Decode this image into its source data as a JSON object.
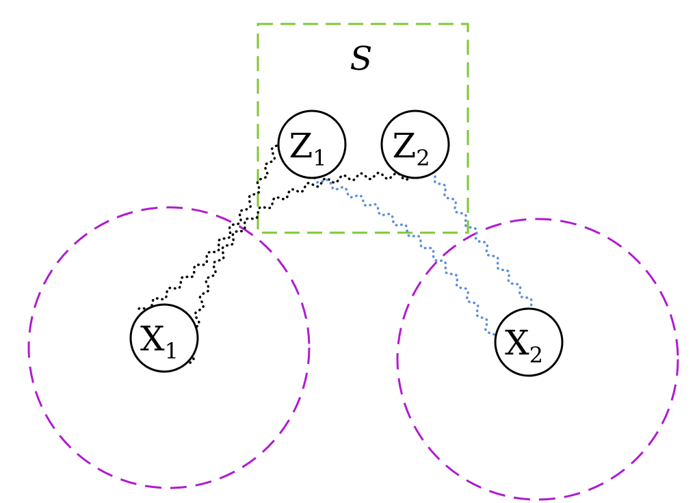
{
  "set_label": "S",
  "nodes": {
    "z1": {
      "letter": "Z",
      "sub": "1"
    },
    "z2": {
      "letter": "Z",
      "sub": "2"
    },
    "x1": {
      "letter": "X",
      "sub": "1"
    },
    "x2": {
      "letter": "X",
      "sub": "2"
    }
  },
  "colors": {
    "set_box": "#7ec832",
    "neighborhoods": "#b01ad0",
    "path_black": "#000000",
    "path_blue": "#5b8fd8"
  }
}
